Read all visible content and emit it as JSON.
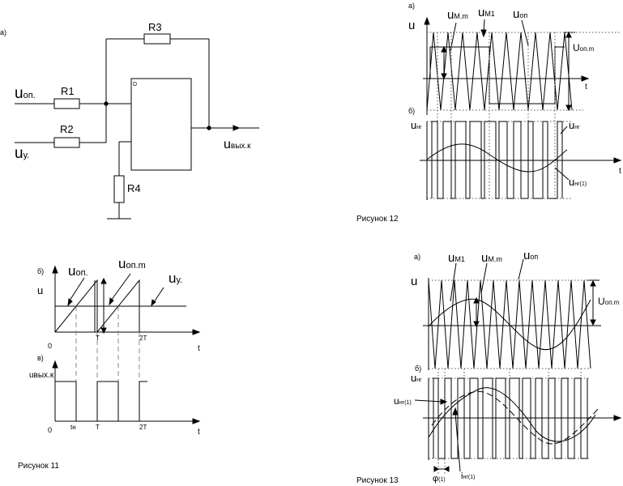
{
  "schematic": {
    "label_a": "а)",
    "R1": "R1",
    "R2": "R2",
    "R3": "R3",
    "R4": "R4",
    "opamp_marker": "D",
    "in_op": {
      "main": "u",
      "sub": "оп."
    },
    "in_y": {
      "main": "u",
      "sub": "у."
    },
    "out": {
      "main": "u",
      "sub": "вых.к"
    }
  },
  "fig11": {
    "caption": "Рисунок 11",
    "label_b": "б)",
    "label_v": "в)",
    "u_axis": "u",
    "t_axis_top": "t",
    "t_axis_bottom": "t",
    "zero_top": "0",
    "zero_bottom": "0",
    "tick_T_top": "T",
    "tick_2T_top": "2T",
    "tick_tn": "tн",
    "tick_T_bottom": "T",
    "tick_2T_bottom": "2T",
    "u_op": {
      "main": "u",
      "sub": "оп."
    },
    "u_opm": {
      "main": "u",
      "sub": "оп.m"
    },
    "u_y": {
      "main": "u",
      "sub": "у."
    },
    "u_out": "uвых.к"
  },
  "fig12": {
    "caption": "Рисунок 12",
    "label_a": "а)",
    "label_b": "б)",
    "u_axis": "u",
    "t_axis_top": "t",
    "t_axis_bottom": "t",
    "u_mm": {
      "main": "u",
      "sub": "М.m"
    },
    "u_m1": {
      "main": "u",
      "sub": "М1"
    },
    "u_op": {
      "main": "u",
      "sub": "оп"
    },
    "u_opm": {
      "main": "U",
      "sub": "оп.m"
    },
    "u_ng_left": {
      "main": "u",
      "sub": "нг"
    },
    "u_ng_right": {
      "main": "u",
      "sub": "нг"
    },
    "u_ng1": {
      "main": "u",
      "sub": "нг(1)"
    }
  },
  "fig13": {
    "caption": "Рисунок 13",
    "label_a": "а)",
    "label_b": "б)",
    "u_axis": "u",
    "u_m1": {
      "main": "u",
      "sub": "М1"
    },
    "u_mm": {
      "main": "u",
      "sub": "М.m"
    },
    "u_op": {
      "main": "u",
      "sub": "оп"
    },
    "u_opm": {
      "main": "U",
      "sub": "оп.m"
    },
    "u_ng": {
      "main": "u",
      "sub": "нг"
    },
    "u_ng1": {
      "main": "u",
      "sub": "нг(1)"
    },
    "i_ng1": {
      "main": "i",
      "sub": "нг(1)"
    },
    "phi": {
      "main": "φ",
      "sub": "(1)"
    }
  }
}
